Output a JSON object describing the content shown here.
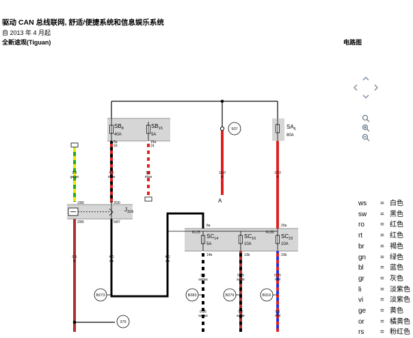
{
  "header": {
    "title": "驱动 CAN 总线联网, 舒适/便捷系统和信息娱乐系统",
    "date": "自 2013 年 4 月起",
    "model": "全新途观(Tiguan)",
    "doc_type": "电路图"
  },
  "navigation": {
    "pan_up": "pan-up",
    "pan_left": "pan-left",
    "pan_right": "pan-right",
    "pan_down": "pan-down",
    "zoom_in": "zoom-in-icon",
    "zoom_reset": "zoom-reset-icon",
    "zoom_out": "zoom-out-icon"
  },
  "diagram": {
    "fuse_box_1": {
      "fuses": [
        {
          "name": "SB",
          "sub": "8",
          "rating": "40A",
          "pin_a": "8a",
          "pin_b": "33"
        },
        {
          "name": "SB",
          "sub": "15",
          "rating": "5A",
          "pin_a": "15a",
          "pin_b": "24"
        }
      ]
    },
    "fuse_sa": {
      "name": "SA",
      "sub": "5",
      "rating": "80A"
    },
    "fuse_box_2": {
      "pins_top": [
        "8a",
        "20a"
      ],
      "pins_bottom": [
        "14b",
        "13b",
        "23b"
      ],
      "fuses": [
        {
          "name": "SC",
          "sub": "14",
          "rating": "5A",
          "left_pin": "KL15"
        },
        {
          "name": "SC",
          "sub": "16",
          "rating": "10A",
          "left_pin": ""
        },
        {
          "name": "SC",
          "sub": "23",
          "rating": "10A",
          "left_pin": "KL30"
        }
      ]
    },
    "relay": {
      "name": "J",
      "sub": "329",
      "pins": [
        "1/86",
        "2/85",
        "3/30",
        "5/87"
      ]
    },
    "node_507": "507",
    "node_379": "379",
    "connectors": [
      "B273",
      "B283",
      "B279",
      "B316"
    ],
    "ground_label": "A",
    "wires": [
      {
        "gauge": "0.5",
        "color": "ge/gn"
      },
      {
        "gauge": "4.0",
        "color": "rt/sw"
      },
      {
        "gauge": "0.5",
        "color": "rt/ws"
      },
      {
        "gauge": "16.0",
        "color": "rt"
      },
      {
        "gauge": "10.0",
        "color": "rt"
      },
      {
        "gauge": "0.5",
        "color": "br"
      },
      {
        "gauge": "4.0",
        "color": "sw"
      },
      {
        "gauge": "4.0",
        "color": "sw"
      },
      {
        "gauge": "0.5",
        "color": "sw/ws"
      },
      {
        "gauge": "0.75",
        "color": "sw/br"
      },
      {
        "gauge": "0.35",
        "color": "rt/bl"
      },
      {
        "gauge": "0.35",
        "color": "sw/ws"
      },
      {
        "gauge": "0.5",
        "color": "sw/br"
      },
      {
        "gauge": "0.5",
        "color": "rt/bl"
      }
    ]
  },
  "legend": [
    {
      "code": "ws",
      "name": "白色"
    },
    {
      "code": "sw",
      "name": "黑色"
    },
    {
      "code": "ro",
      "name": "红色"
    },
    {
      "code": "rt",
      "name": "红色"
    },
    {
      "code": "br",
      "name": "褐色"
    },
    {
      "code": "gn",
      "name": "绿色"
    },
    {
      "code": "bl",
      "name": "蓝色"
    },
    {
      "code": "gr",
      "name": "灰色"
    },
    {
      "code": "li",
      "name": "淡紫色"
    },
    {
      "code": "vi",
      "name": "淡紫色"
    },
    {
      "code": "ge",
      "name": "黄色"
    },
    {
      "code": "or",
      "name": "橘黄色"
    },
    {
      "code": "rs",
      "name": "粉红色"
    }
  ],
  "legend_eq": "="
}
